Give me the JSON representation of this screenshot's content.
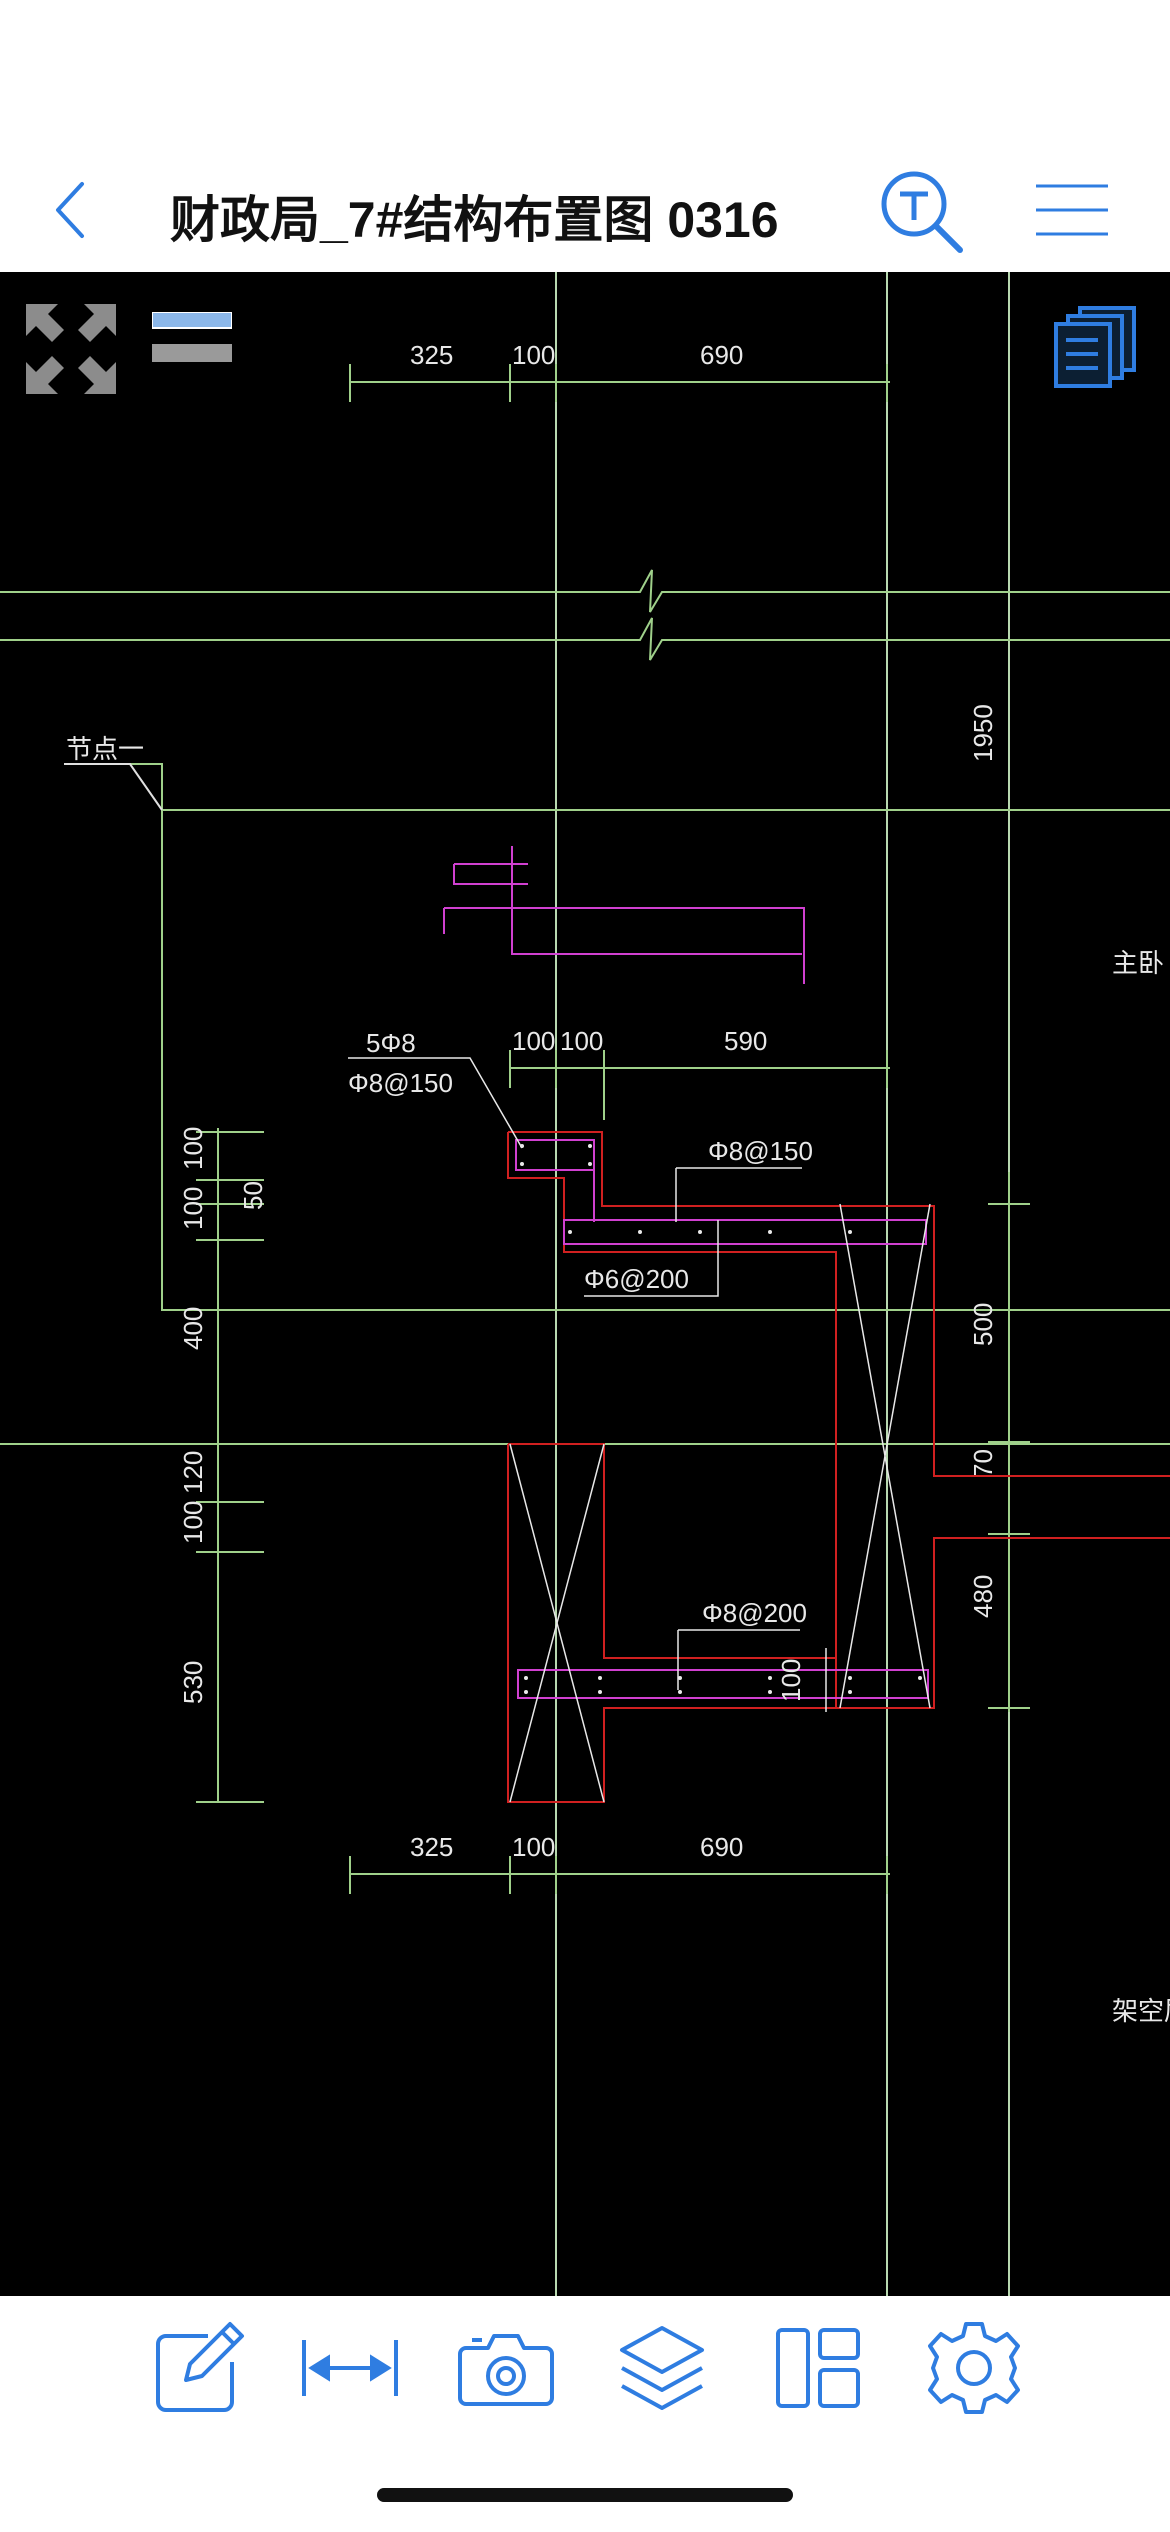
{
  "header": {
    "title": "财政局_7#结构布置图 0316",
    "back_icon": "chevron-left-icon",
    "text_search_icon": "text-search-icon",
    "menu_icon": "hamburger-menu-icon"
  },
  "overlay": {
    "fit_icon": "expand-arrows-icon",
    "layer_toggle_icon": "layer-bars-icon",
    "layouts_icon": "stacked-documents-icon"
  },
  "drawing": {
    "top_dims": [
      "325",
      "100",
      "690"
    ],
    "bottom_dims": [
      "325",
      "100",
      "690"
    ],
    "mid_dims": [
      "100",
      "100",
      "590"
    ],
    "left_dims_upper": [
      "100",
      "100",
      "50"
    ],
    "left_dims_lower": [
      "400",
      "120",
      "100",
      "530"
    ],
    "right_dims": [
      "1950",
      "500",
      "70",
      "480"
    ],
    "inner_dim": "100",
    "node_label": "节点一",
    "rebar_labels": [
      "5Φ8",
      "Φ8@150",
      "Φ8@150",
      "Φ6@200",
      "Φ8@200"
    ],
    "room_labels": [
      "主卧",
      "架空层"
    ]
  },
  "toolbar": {
    "items": [
      "edit-icon",
      "measure-icon",
      "camera-icon",
      "layers-icon",
      "layout-panels-icon",
      "settings-gear-icon"
    ]
  },
  "colors": {
    "accent": "#2f7de1",
    "canvas_bg": "#000000",
    "line_green": "#9fd08a",
    "line_magenta": "#d040d0",
    "line_red": "#d02020"
  }
}
